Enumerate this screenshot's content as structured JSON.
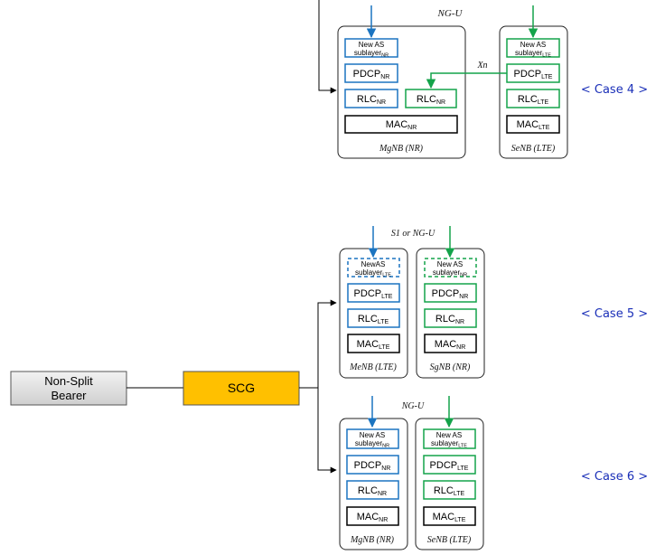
{
  "colors": {
    "blue": "#1b74c0",
    "green": "#14a34a",
    "black": "#000000",
    "scg_fill": "#ffc000",
    "bearer_fill": "#dcdcdc",
    "case_text": "#1a2fb8"
  },
  "left": {
    "bearer_line1": "Non-Split",
    "bearer_line2": "Bearer",
    "scg": "SCG"
  },
  "case4": {
    "label": "< Case 4 >",
    "interface": "NG-U",
    "xn": "Xn",
    "main_node": {
      "caption": "MgNB (NR)",
      "newas_line1": "New AS",
      "newas_base": "sublayer",
      "newas_sub": "NR",
      "pdcp_base": "PDCP",
      "pdcp_sub": "NR",
      "rlc_base": "RLC",
      "rlc_sub": "NR",
      "rlc2_base": "RLC",
      "rlc2_sub": "NR",
      "mac_base": "MAC",
      "mac_sub": "NR"
    },
    "secondary_node": {
      "caption": "SeNB (LTE)",
      "newas_line1": "New AS",
      "newas_base": "sublayer",
      "newas_sub": "LTE",
      "pdcp_base": "PDCP",
      "pdcp_sub": "LTE",
      "rlc_base": "RLC",
      "rlc_sub": "LTE",
      "mac_base": "MAC",
      "mac_sub": "LTE"
    }
  },
  "case5": {
    "label": "< Case 5 >",
    "interface": "S1 or NG-U",
    "node_a": {
      "caption": "MeNB (LTE)",
      "newas_line1": "NewAS",
      "newas_base": "sublayer",
      "newas_sub": "LTE",
      "pdcp_base": "PDCP",
      "pdcp_sub": "LTE",
      "rlc_base": "RLC",
      "rlc_sub": "LTE",
      "mac_base": "MAC",
      "mac_sub": "LTE"
    },
    "node_b": {
      "caption": "SgNB (NR)",
      "newas_line1": "New AS",
      "newas_base": "sublayer",
      "newas_sub": "NR",
      "pdcp_base": "PDCP",
      "pdcp_sub": "NR",
      "rlc_base": "RLC",
      "rlc_sub": "NR",
      "mac_base": "MAC",
      "mac_sub": "NR"
    }
  },
  "case6": {
    "label": "< Case 6 >",
    "interface": "NG-U",
    "node_a": {
      "caption": "MgNB (NR)",
      "newas_line1": "New AS",
      "newas_base": "sublayer",
      "newas_sub": "NR",
      "pdcp_base": "PDCP",
      "pdcp_sub": "NR",
      "rlc_base": "RLC",
      "rlc_sub": "NR",
      "mac_base": "MAC",
      "mac_sub": "NR"
    },
    "node_b": {
      "caption": "SeNB (LTE)",
      "newas_line1": "New AS",
      "newas_base": "sublayer",
      "newas_sub": "LTE",
      "pdcp_base": "PDCP",
      "pdcp_sub": "LTE",
      "rlc_base": "RLC",
      "rlc_sub": "LTE",
      "mac_base": "MAC",
      "mac_sub": "LTE"
    }
  }
}
